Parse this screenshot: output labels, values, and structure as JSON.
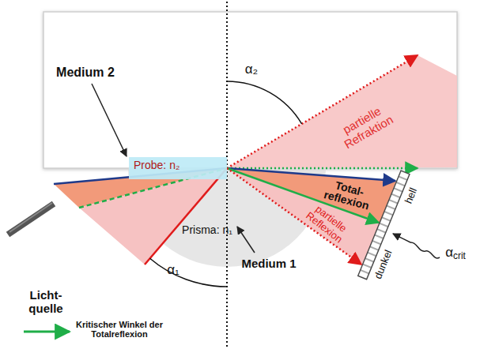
{
  "diagram": {
    "nodes": [
      {
        "text": [
          "Probe: n₂"
        ]
      }
    ],
    "labels": [
      "Medium 2",
      "α₂",
      "partielle Refraktion",
      "Total- reflexion",
      "hell",
      "partielle Reflexion",
      "dunkel",
      "αcrit",
      "Prisma: n₁",
      "Medium 1",
      "α₁",
      "Licht- quelle"
    ],
    "legend": [
      {
        "text": "Kritischer Winkel der Totalreflexion"
      }
    ]
  }
}
